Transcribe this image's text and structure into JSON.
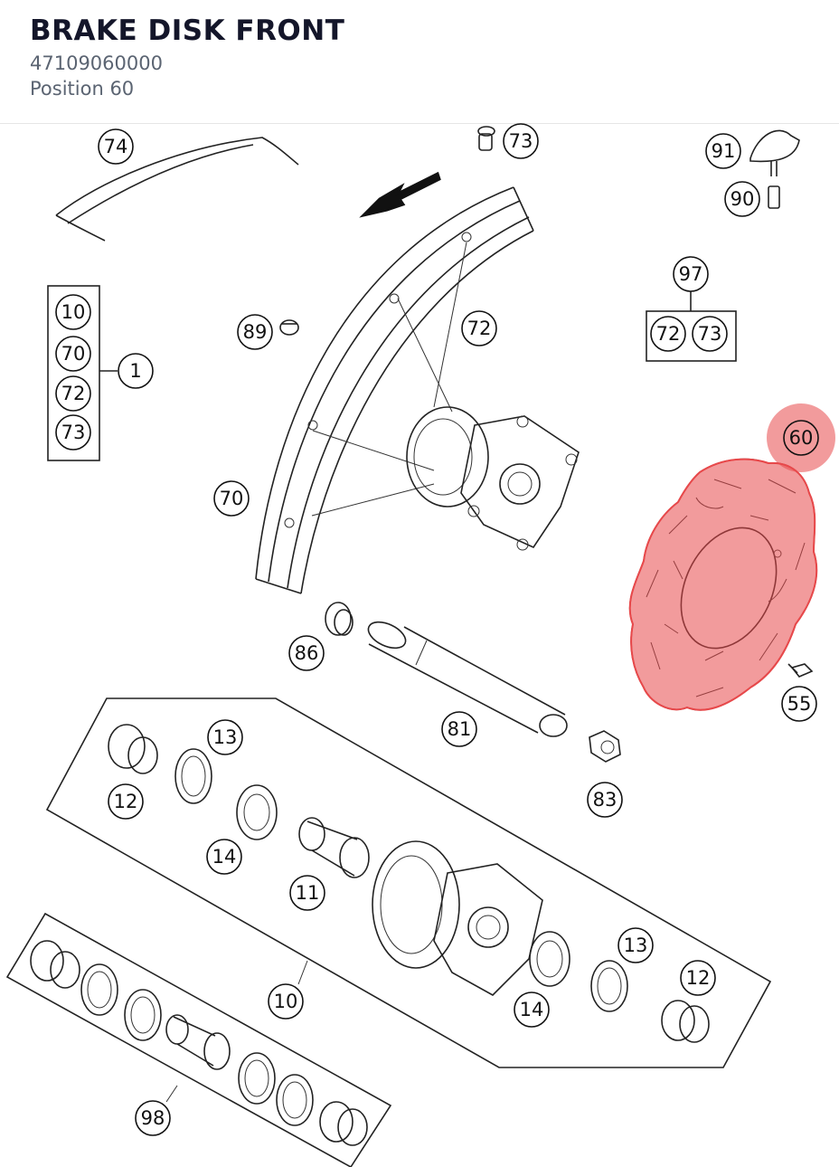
{
  "header": {
    "title": "BRAKE DISK FRONT",
    "part_number": "47109060000",
    "position_label": "Position 60"
  },
  "highlight": {
    "part": "60",
    "color": "#e8484a"
  },
  "callouts": [
    {
      "id": "c74",
      "label": "74"
    },
    {
      "id": "c73a",
      "label": "73"
    },
    {
      "id": "c91",
      "label": "91"
    },
    {
      "id": "c90",
      "label": "90"
    },
    {
      "id": "c97",
      "label": "97"
    },
    {
      "id": "c72g",
      "label": "72"
    },
    {
      "id": "c73g",
      "label": "73"
    },
    {
      "id": "c10a",
      "label": "10"
    },
    {
      "id": "c70a",
      "label": "70"
    },
    {
      "id": "c72a",
      "label": "72"
    },
    {
      "id": "c73b",
      "label": "73"
    },
    {
      "id": "c1",
      "label": "1"
    },
    {
      "id": "c89",
      "label": "89"
    },
    {
      "id": "c72b",
      "label": "72"
    },
    {
      "id": "c70b",
      "label": "70"
    },
    {
      "id": "c60",
      "label": "60"
    },
    {
      "id": "c55",
      "label": "55"
    },
    {
      "id": "c86",
      "label": "86"
    },
    {
      "id": "c81",
      "label": "81"
    },
    {
      "id": "c83",
      "label": "83"
    },
    {
      "id": "c13a",
      "label": "13"
    },
    {
      "id": "c12a",
      "label": "12"
    },
    {
      "id": "c14a",
      "label": "14"
    },
    {
      "id": "c11",
      "label": "11"
    },
    {
      "id": "c10b",
      "label": "10"
    },
    {
      "id": "c13b",
      "label": "13"
    },
    {
      "id": "c12b",
      "label": "12"
    },
    {
      "id": "c14b",
      "label": "14"
    },
    {
      "id": "c98",
      "label": "98"
    }
  ]
}
